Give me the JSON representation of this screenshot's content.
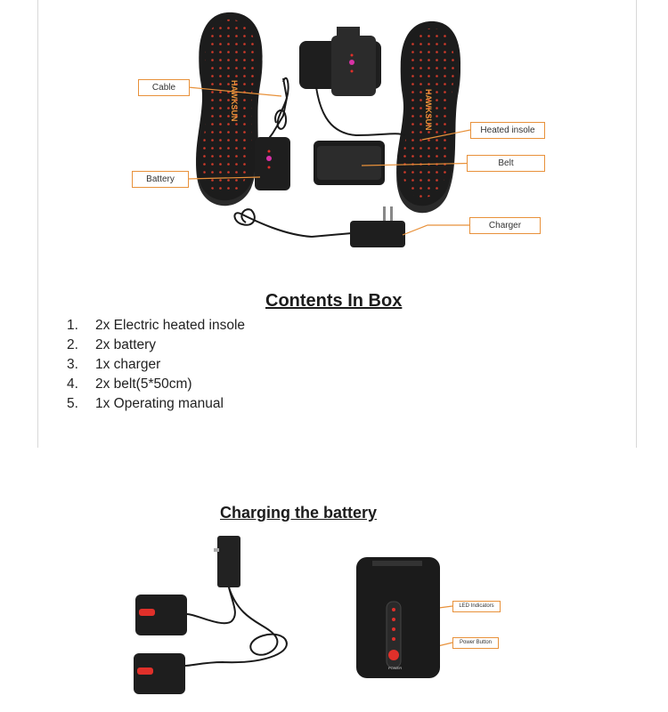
{
  "top_diagram": {
    "callouts": {
      "cable": "Cable",
      "battery": "Battery",
      "heated_insole": "Heated insole",
      "belt": "Belt",
      "charger": "Charger"
    },
    "insole_brand": "HAWKSUN"
  },
  "contents": {
    "title": "Contents In Box",
    "items": [
      {
        "num": "1.",
        "text": "2x Electric heated insole"
      },
      {
        "num": "2.",
        "text": "2x battery"
      },
      {
        "num": "3.",
        "text": "1x charger"
      },
      {
        "num": "4.",
        "text": "2x belt(5*50cm)"
      },
      {
        "num": "5.",
        "text": "1x Operating manual"
      }
    ]
  },
  "charging": {
    "title": "Charging the battery",
    "callouts": {
      "led": "LED Indicators",
      "power": "Power Button"
    },
    "power_label": "POWER"
  },
  "colors": {
    "callout_border": "#e8913a",
    "insole_dots": "#d23a2a",
    "led": "#e0302a"
  }
}
